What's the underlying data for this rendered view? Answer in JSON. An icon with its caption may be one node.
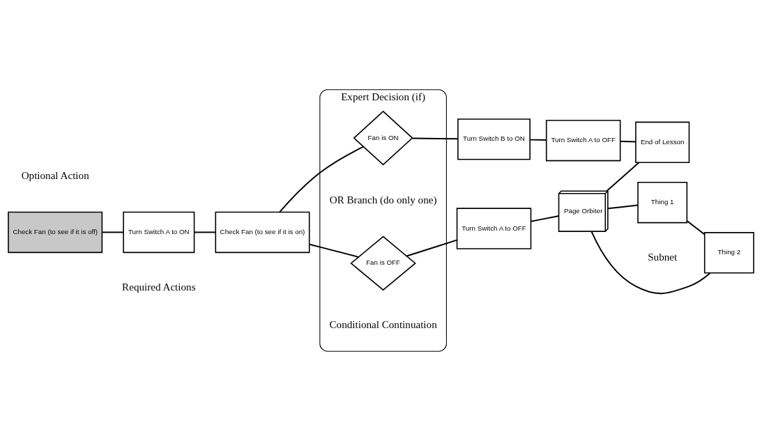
{
  "diagram": {
    "nodes": [
      {
        "text": [
          "Check Fan (to see if it is off)"
        ],
        "beside": [
          "Optional Action"
        ]
      },
      {
        "text": [
          "Turn Switch A to ON"
        ]
      },
      {
        "text": [
          "Check Fan (to see if it is on)"
        ]
      },
      {
        "text": [
          "Expert Decision (if)",
          "OR Branch (do only one)",
          "Conditional Continuation"
        ]
      },
      {
        "text": [
          "Fan is ON"
        ],
        "in": 3
      },
      {
        "text": [
          "Fan is OFF"
        ],
        "in": 3
      },
      {
        "text": [
          "Turn Switch B to ON"
        ]
      },
      {
        "text": [
          "Turn Switch A to OFF"
        ]
      },
      {
        "text": [
          "End of Lesson"
        ]
      },
      {
        "text": [
          "Turn Switch A to OFF"
        ]
      },
      {
        "text": [
          "Page Orbiter"
        ]
      },
      {
        "text": [
          "Thing 1"
        ]
      },
      {
        "text": [
          "Thing 2"
        ]
      }
    ],
    "edges": [
      {
        "from": 0,
        "to": 1,
        "arrow": "none"
      },
      {
        "from": 1,
        "to": 2,
        "arrow": "none"
      },
      {
        "from": 2,
        "to": 4,
        "arrow": "none"
      },
      {
        "from": 2,
        "to": 5,
        "arrow": "none"
      },
      {
        "from": 4,
        "to": 6,
        "arrow": "none"
      },
      {
        "from": 6,
        "to": 7,
        "arrow": "none"
      },
      {
        "from": 7,
        "to": 8,
        "arrow": "none"
      },
      {
        "from": 5,
        "to": 9,
        "arrow": "none"
      },
      {
        "from": 9,
        "to": 10,
        "arrow": "none"
      },
      {
        "from": 10,
        "to": 8,
        "arrow": "none"
      },
      {
        "from": 10,
        "to": 11,
        "arrow": "none"
      },
      {
        "from": 10,
        "to": 12,
        "arrow": "none"
      },
      {
        "from": 11,
        "to": 12,
        "arrow": "none"
      }
    ],
    "labels": [
      "Required Actions",
      "Subnet"
    ]
  }
}
